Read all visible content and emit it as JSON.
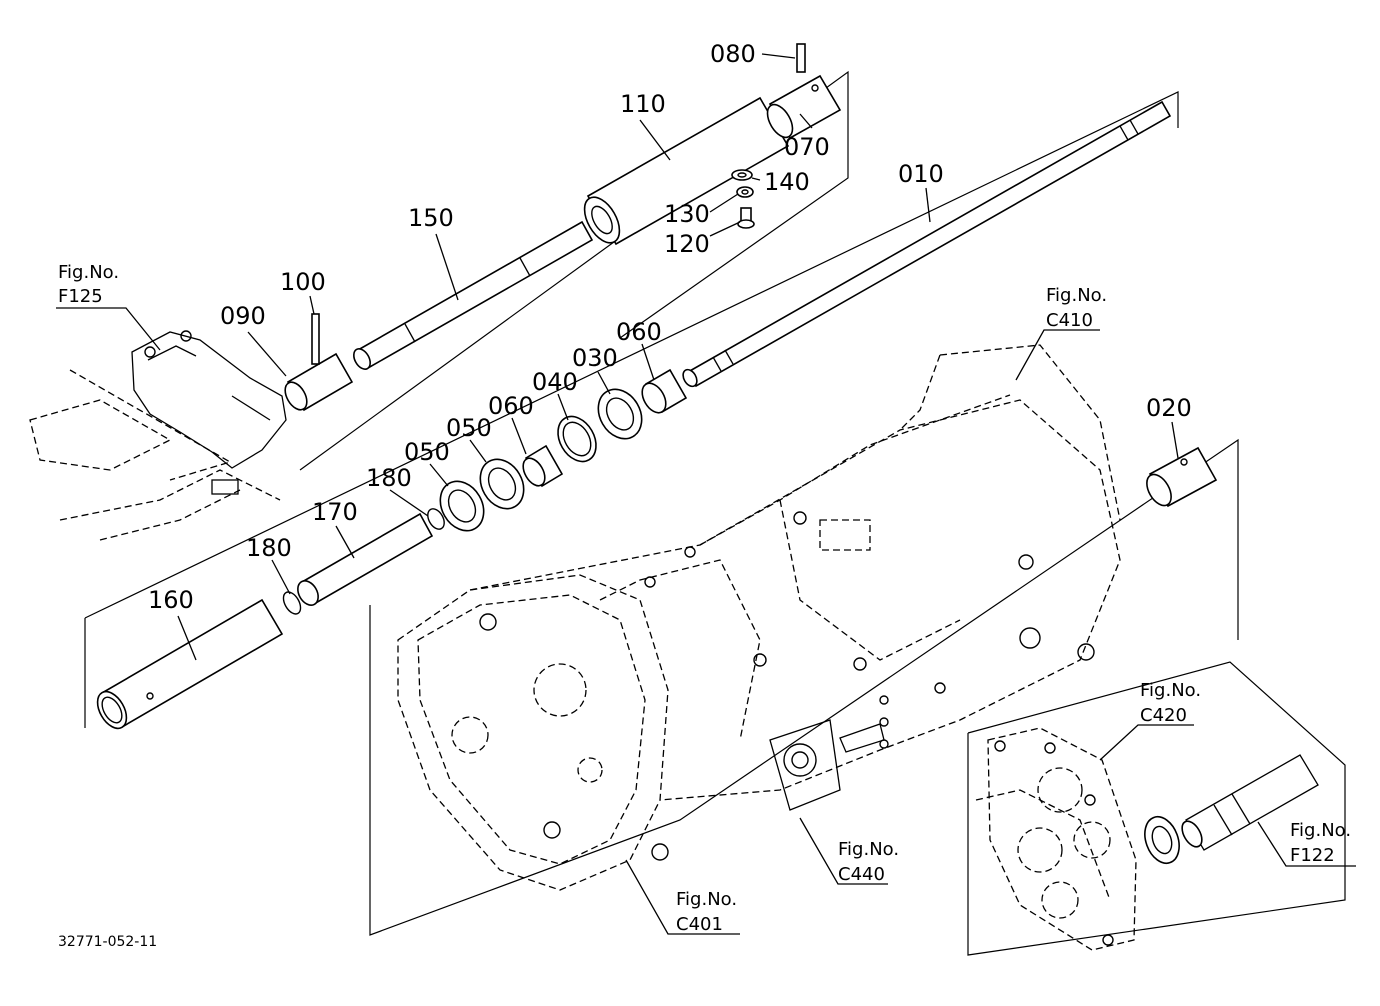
{
  "drawing_number": "32771-052-11",
  "callouts": [
    {
      "id": "080",
      "text": "080"
    },
    {
      "id": "110",
      "text": "110"
    },
    {
      "id": "070",
      "text": "070"
    },
    {
      "id": "140",
      "text": "140"
    },
    {
      "id": "130",
      "text": "130"
    },
    {
      "id": "120",
      "text": "120"
    },
    {
      "id": "010",
      "text": "010"
    },
    {
      "id": "150",
      "text": "150"
    },
    {
      "id": "100",
      "text": "100"
    },
    {
      "id": "090",
      "text": "090"
    },
    {
      "id": "060a",
      "text": "060"
    },
    {
      "id": "030",
      "text": "030"
    },
    {
      "id": "040",
      "text": "040"
    },
    {
      "id": "060b",
      "text": "060"
    },
    {
      "id": "050a",
      "text": "050"
    },
    {
      "id": "050b",
      "text": "050"
    },
    {
      "id": "180a",
      "text": "180"
    },
    {
      "id": "170",
      "text": "170"
    },
    {
      "id": "180b",
      "text": "180"
    },
    {
      "id": "160",
      "text": "160"
    },
    {
      "id": "020",
      "text": "020"
    }
  ],
  "figure_refs": [
    {
      "id": "F125",
      "caption": "Fig.No.",
      "code": "F125"
    },
    {
      "id": "C410",
      "caption": "Fig.No.",
      "code": "C410"
    },
    {
      "id": "C420",
      "caption": "Fig.No.",
      "code": "C420"
    },
    {
      "id": "F122",
      "caption": "Fig.No.",
      "code": "F122"
    },
    {
      "id": "C440",
      "caption": "Fig.No.",
      "code": "C440"
    },
    {
      "id": "C401",
      "caption": "Fig.No.",
      "code": "C401"
    }
  ]
}
